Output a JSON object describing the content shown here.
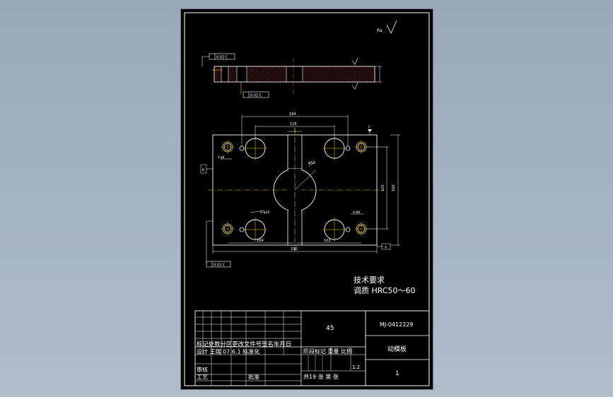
{
  "notes": {
    "title": "技术要求",
    "line1": "调质 HRC50～60"
  },
  "roughness_top": "Ra",
  "dimensions": {
    "total_width": "230",
    "hole_span_1": "184",
    "hole_span_2": "116",
    "lower_left": "104",
    "lower_right": "102",
    "total_height": "160",
    "inner_height": "125",
    "center_dia": "φ52",
    "slot": "4-φ20",
    "hole_callout_left": "4-φ8",
    "hole_callout_right": "4-M8"
  },
  "tolerance_frames": {
    "top_left": "0.02 C",
    "side": "0.02 C",
    "bottom": "0.02 C"
  },
  "datums": {
    "upper": "C",
    "right": "A",
    "left": "B"
  },
  "title_block": {
    "material": "45",
    "drawing_no": "MJ-0412229",
    "part_name": "动模板",
    "quantity": "1",
    "revision_header": "标记处数分区更改文件号签名年月日",
    "design_row": "设计 王瑞 07.6.1 标准化",
    "stage_header": "阶段标记 重量 比例",
    "scale": "1:2",
    "review": "审核",
    "process": "工艺",
    "approve": "批准",
    "sheets": "共19 张 第 张"
  }
}
